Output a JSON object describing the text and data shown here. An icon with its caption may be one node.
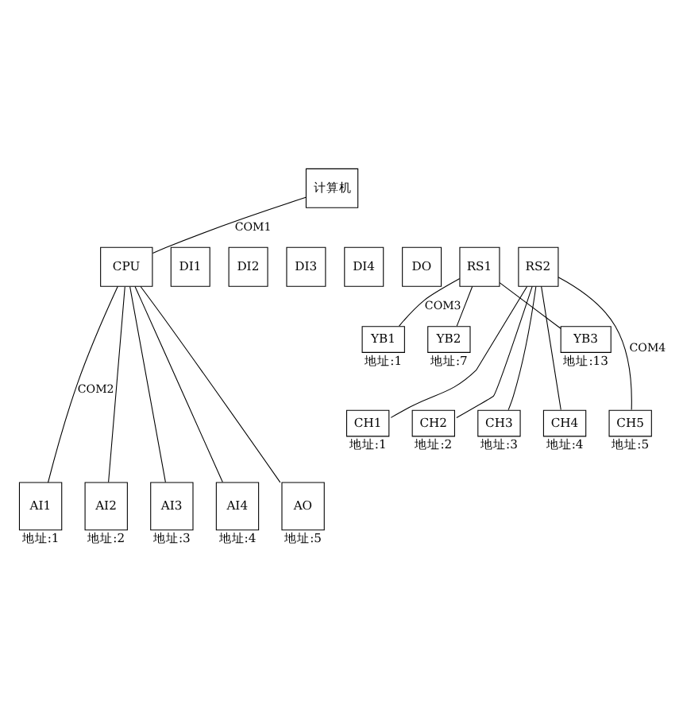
{
  "diagram": {
    "nodes": [
      {
        "text": [
          "计算机"
        ]
      },
      {
        "text": [
          "CPU"
        ]
      },
      {
        "text": [
          "DI1"
        ]
      },
      {
        "text": [
          "DI2"
        ]
      },
      {
        "text": [
          "DI3"
        ]
      },
      {
        "text": [
          "DI4"
        ]
      },
      {
        "text": [
          "DO"
        ]
      },
      {
        "text": [
          "RS1"
        ]
      },
      {
        "text": [
          "RS2"
        ]
      },
      {
        "text": [
          "YB1"
        ],
        "beside": [
          "地址:1"
        ]
      },
      {
        "text": [
          "YB2"
        ],
        "beside": [
          "地址:7"
        ]
      },
      {
        "text": [
          "YB3"
        ],
        "beside": [
          "地址:13"
        ]
      },
      {
        "text": [
          "CH1"
        ],
        "beside": [
          "地址:1"
        ]
      },
      {
        "text": [
          "CH2"
        ],
        "beside": [
          "地址:2"
        ]
      },
      {
        "text": [
          "CH3"
        ],
        "beside": [
          "地址:3"
        ]
      },
      {
        "text": [
          "CH4"
        ],
        "beside": [
          "地址:4"
        ]
      },
      {
        "text": [
          "CH5"
        ],
        "beside": [
          "地址:5"
        ]
      },
      {
        "text": [
          "AI1"
        ],
        "beside": [
          "地址:1"
        ]
      },
      {
        "text": [
          "AI2"
        ],
        "beside": [
          "地址:2"
        ]
      },
      {
        "text": [
          "AI3"
        ],
        "beside": [
          "地址:3"
        ]
      },
      {
        "text": [
          "AI4"
        ],
        "beside": [
          "地址:4"
        ]
      },
      {
        "text": [
          "AO"
        ],
        "beside": [
          "地址:5"
        ]
      }
    ],
    "edges": [
      {
        "from": 0,
        "to": 1,
        "arrow": "none",
        "label": "COM1"
      },
      {
        "from": 7,
        "to": 9,
        "arrow": "none",
        "label": "COM3"
      },
      {
        "from": 7,
        "to": 10,
        "arrow": "none"
      },
      {
        "from": 7,
        "to": 11,
        "arrow": "none"
      },
      {
        "from": 8,
        "to": 12,
        "arrow": "none"
      },
      {
        "from": 8,
        "to": 13,
        "arrow": "none"
      },
      {
        "from": 8,
        "to": 14,
        "arrow": "none"
      },
      {
        "from": 8,
        "to": 15,
        "arrow": "none"
      },
      {
        "from": 8,
        "to": 16,
        "arrow": "none",
        "label": "COM4"
      },
      {
        "from": 1,
        "to": 17,
        "arrow": "none",
        "label": "COM2"
      },
      {
        "from": 1,
        "to": 18,
        "arrow": "none"
      },
      {
        "from": 1,
        "to": 19,
        "arrow": "none"
      },
      {
        "from": 1,
        "to": 20,
        "arrow": "none"
      },
      {
        "from": 1,
        "to": 21,
        "arrow": "none"
      }
    ]
  }
}
